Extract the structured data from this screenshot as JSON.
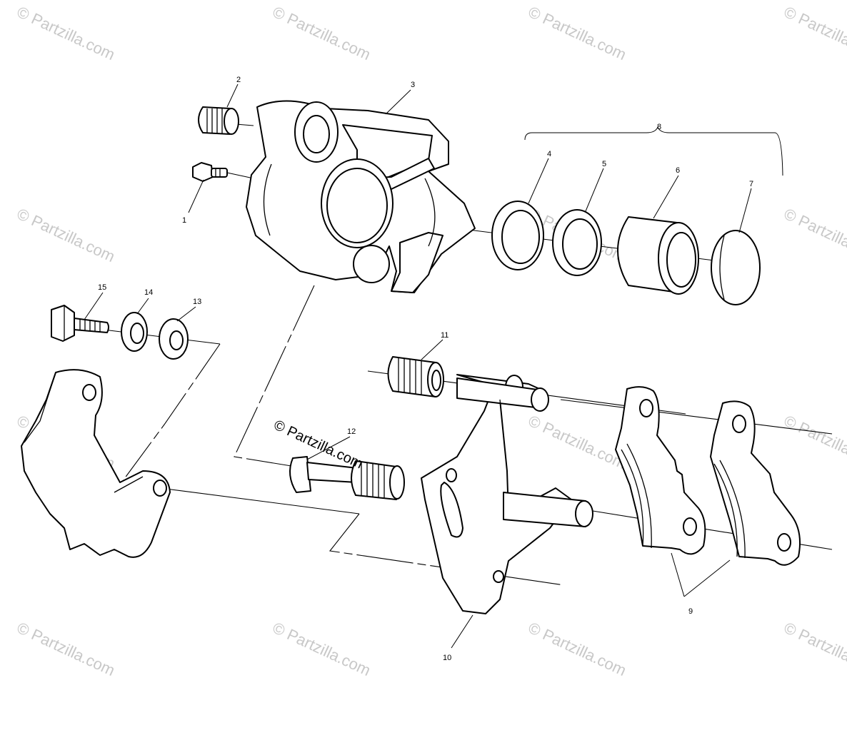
{
  "watermark": {
    "text": "© Partzilla.com",
    "center_text": "© Partzilla.com"
  },
  "callouts": {
    "c1": "1",
    "c2": "2",
    "c3": "3",
    "c4": "4",
    "c5": "5",
    "c6": "6",
    "c7": "7",
    "c8": "8",
    "c9": "9",
    "c10": "10",
    "c11": "11",
    "c12": "12",
    "c13": "13",
    "c14": "14",
    "c15": "15"
  },
  "colors": {
    "line": "#000000",
    "background": "#ffffff",
    "watermark": "#c8c8c8"
  }
}
